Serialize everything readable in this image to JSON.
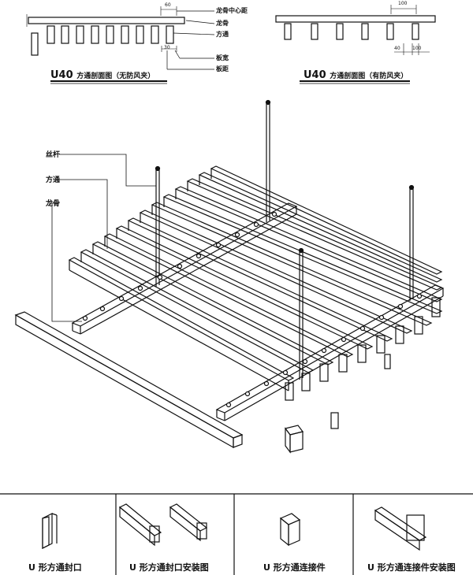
{
  "section_left": {
    "title": "U40",
    "subtitle": "方通剖面图（无防风夹）",
    "callouts": [
      "龙骨中心距",
      "龙骨",
      "方通",
      "板宽",
      "板距"
    ],
    "dims": [
      "60",
      "30"
    ]
  },
  "section_right": {
    "title": "U40",
    "subtitle": "方通剖面图（有防风夹）",
    "dims": [
      "100",
      "40",
      "100"
    ]
  },
  "iso_callouts": [
    "丝杆",
    "方通",
    "龙骨"
  ],
  "bottom_panels": [
    {
      "caption": "U 形方通封口"
    },
    {
      "caption": "U 形方通封口安装图"
    },
    {
      "caption": "U 形方通连接件"
    },
    {
      "caption": "U 形方通连接件安装图"
    }
  ]
}
